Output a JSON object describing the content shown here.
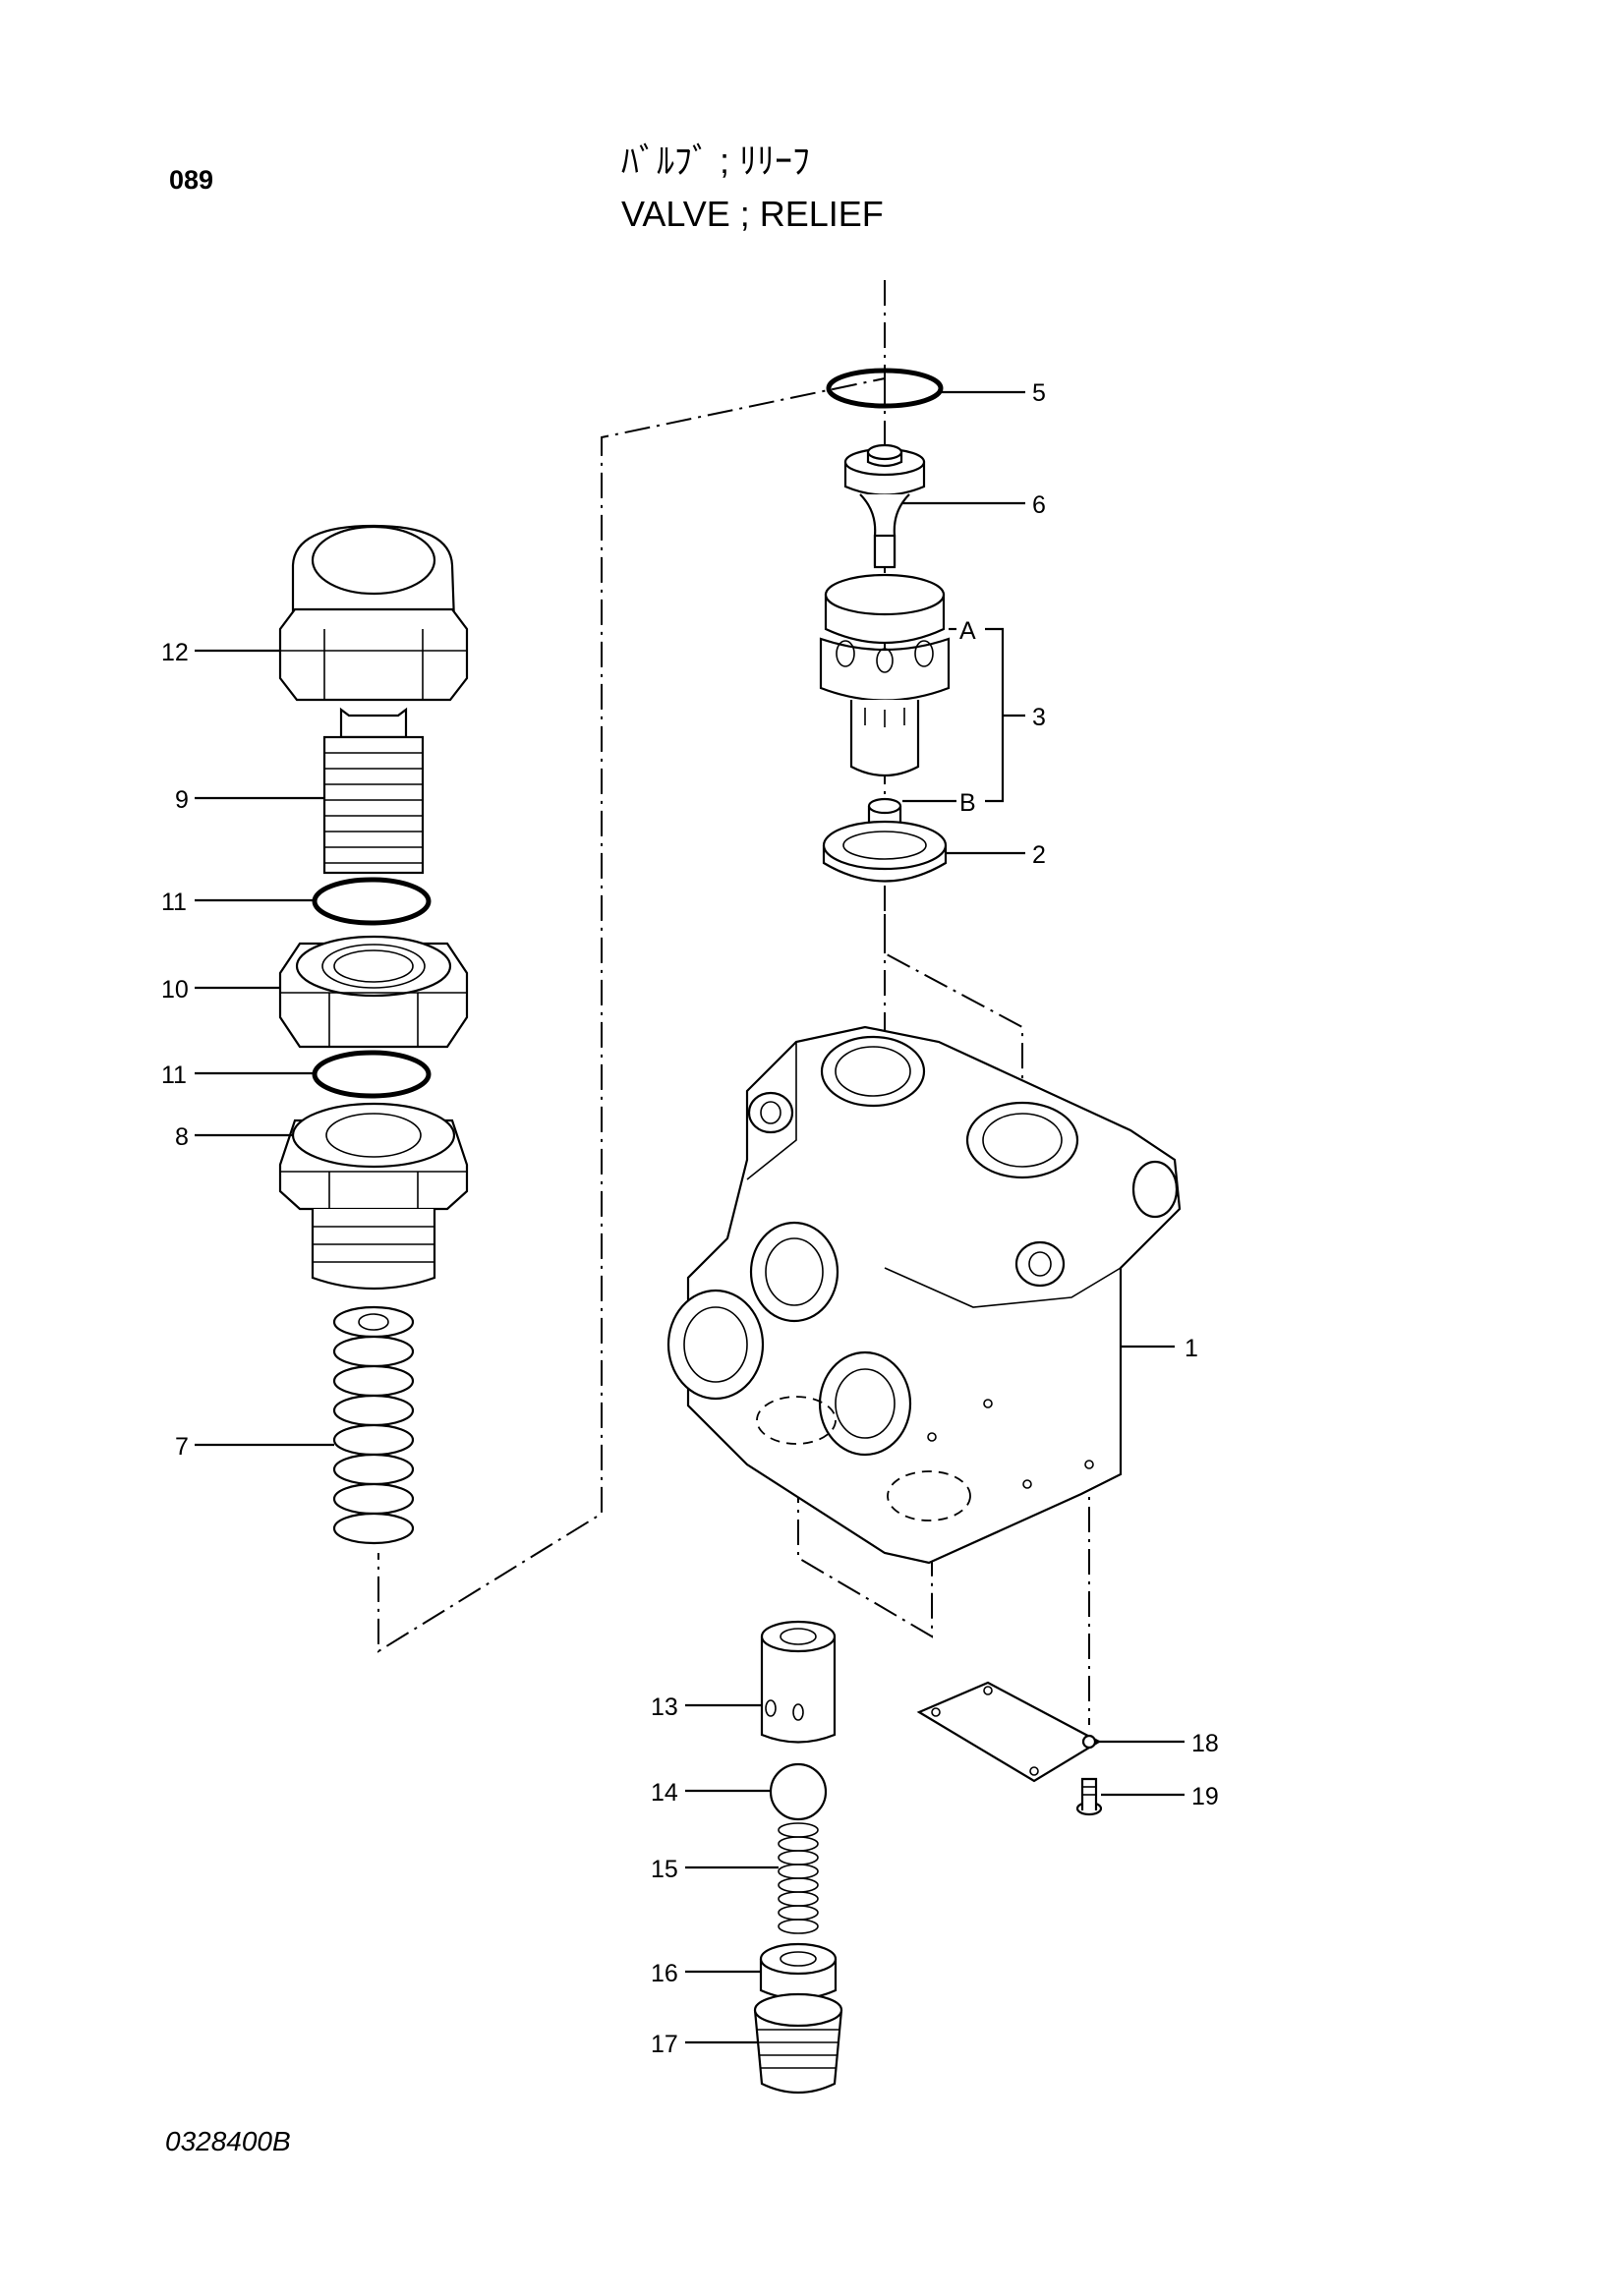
{
  "header": {
    "page_number": "089",
    "title_jp": "ﾊﾞﾙﾌﾞ ; ﾘﾘｰﾌ",
    "title_en": "VALVE ; RELIEF"
  },
  "footer": {
    "drawing_code": "0328400B"
  },
  "callouts": {
    "p1": "1",
    "p2": "2",
    "p3": "3",
    "p5": "5",
    "p6": "6",
    "p7": "7",
    "p8": "8",
    "p9": "9",
    "p10": "10",
    "p11a": "11",
    "p11b": "11",
    "p12": "12",
    "p13": "13",
    "p14": "14",
    "p15": "15",
    "p16": "16",
    "p17": "17",
    "p18": "18",
    "p19": "19",
    "subA": "A",
    "subB": "B"
  }
}
